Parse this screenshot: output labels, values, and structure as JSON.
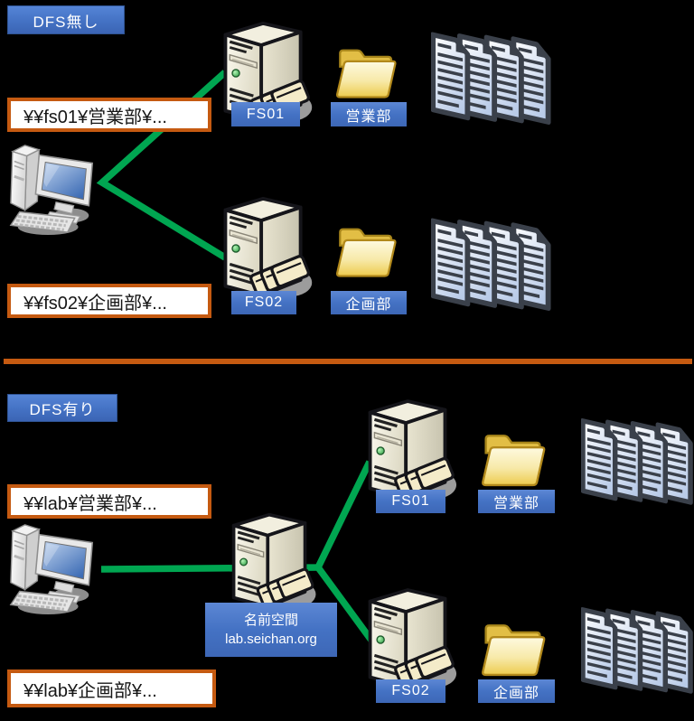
{
  "colors": {
    "background": "#000000",
    "divider_orange": "#C55A11",
    "path_box_border": "#C55A11",
    "label_blue": "#4472C4",
    "line_green": "#00A651",
    "folder_yellow": "#EFCF5A",
    "document_blue": "#BCCDE9"
  },
  "icons": {
    "client": "client-computer-icon",
    "server": "file-server-tower-icon",
    "folder": "shared-folder-icon",
    "documents": "documents-stack-icon"
  },
  "top": {
    "badge_label": "DFS無し",
    "client_path_labels": [
      "¥¥fs01¥営業部¥...",
      "¥¥fs02¥企画部¥..."
    ],
    "servers": [
      {
        "label": "FS01"
      },
      {
        "label": "FS02"
      }
    ],
    "folders": [
      {
        "label": "営業部"
      },
      {
        "label": "企画部"
      }
    ]
  },
  "bottom": {
    "badge_label": "DFS有り",
    "client_path_labels": [
      "¥¥lab¥営業部¥...",
      "¥¥lab¥企画部¥..."
    ],
    "namespace_server": {
      "label_line1": "名前空間",
      "label_line2": "lab.seichan.org"
    },
    "servers": [
      {
        "label": "FS01"
      },
      {
        "label": "FS02"
      }
    ],
    "folders": [
      {
        "label": "営業部"
      },
      {
        "label": "企画部"
      }
    ]
  }
}
